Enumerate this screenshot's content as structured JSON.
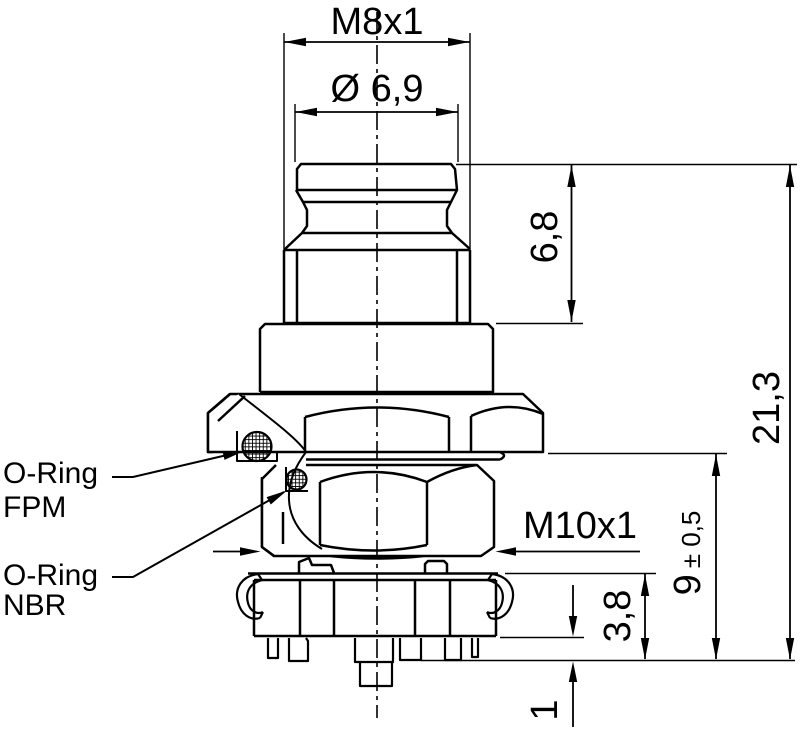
{
  "drawing": {
    "background": "#ffffff",
    "line_color": "#000000",
    "dims": {
      "m8_thread": "M8x1",
      "top_diameter": "Ø 6,9",
      "plug_height": "6,8",
      "total_height": "21,3",
      "mount_thread": "M10x1",
      "mount_height": "9",
      "mount_height_tol": "± 0,5",
      "flange_height": "3,8",
      "pin_step": "1"
    },
    "labels": {
      "oring_fpm_name": "O-Ring",
      "oring_fpm_material": "FPM",
      "oring_nbr_name": "O-Ring",
      "oring_nbr_material": "NBR"
    }
  }
}
